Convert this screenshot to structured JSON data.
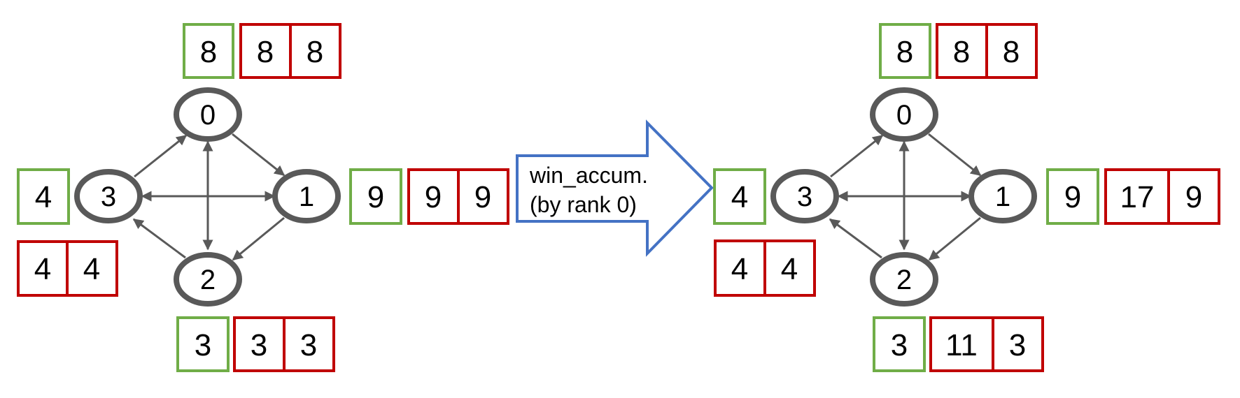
{
  "colors": {
    "node_stroke": "#595959",
    "green_box": "#70ad47",
    "red_box": "#c00000",
    "process_arrow": "#4472c4"
  },
  "operation": {
    "line1": "win_accum.",
    "line2": "(by rank 0)"
  },
  "before": {
    "nodes": [
      {
        "rank": "0",
        "green": "8",
        "red": [
          "8",
          "8"
        ]
      },
      {
        "rank": "1",
        "green": "9",
        "red": [
          "9",
          "9"
        ]
      },
      {
        "rank": "2",
        "green": "3",
        "red": [
          "3",
          "3"
        ]
      },
      {
        "rank": "3",
        "green": "4",
        "red": [
          "4",
          "4"
        ]
      }
    ]
  },
  "after": {
    "nodes": [
      {
        "rank": "0",
        "green": "8",
        "red": [
          "8",
          "8"
        ]
      },
      {
        "rank": "1",
        "green": "9",
        "red": [
          "17",
          "9"
        ]
      },
      {
        "rank": "2",
        "green": "3",
        "red": [
          "11",
          "3"
        ]
      },
      {
        "rank": "3",
        "green": "4",
        "red": [
          "4",
          "4"
        ]
      }
    ]
  }
}
